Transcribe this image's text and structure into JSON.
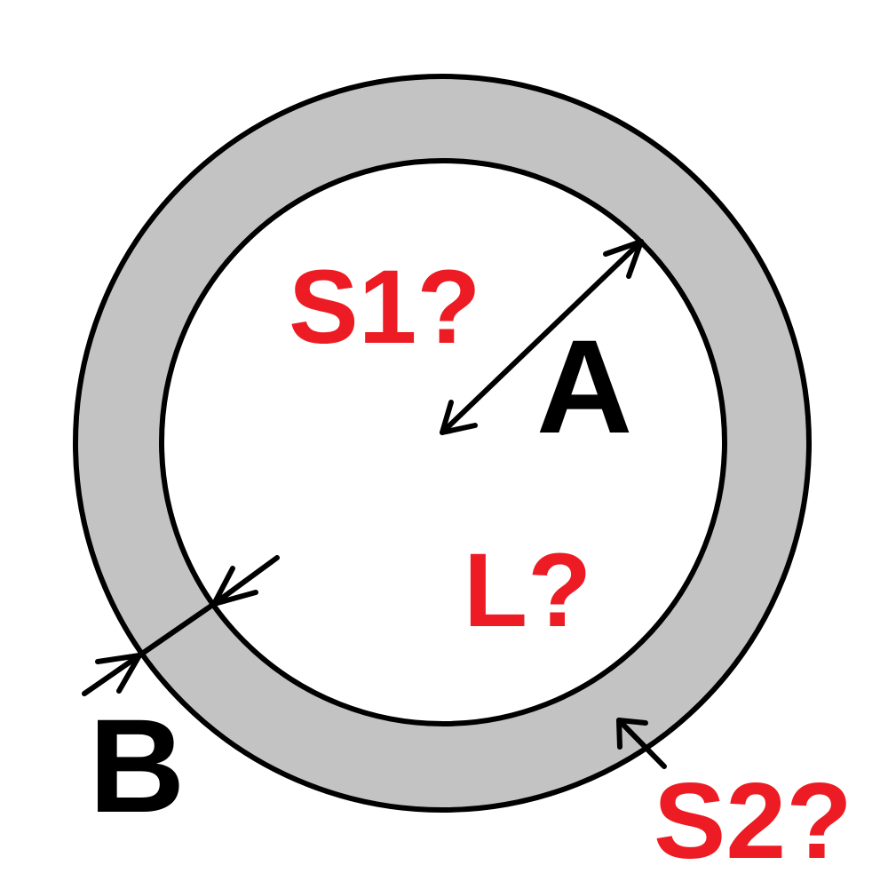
{
  "diagram": {
    "labels": {
      "radius": "A",
      "ring_width": "B",
      "inner_area": "S1?",
      "circumference": "L?",
      "ring_area": "S2?"
    },
    "colors": {
      "ring_fill": "#c3c3c3",
      "outline": "#000000",
      "question_text": "#ed1c24",
      "given_text": "#000000",
      "background": "#ffffff"
    }
  }
}
